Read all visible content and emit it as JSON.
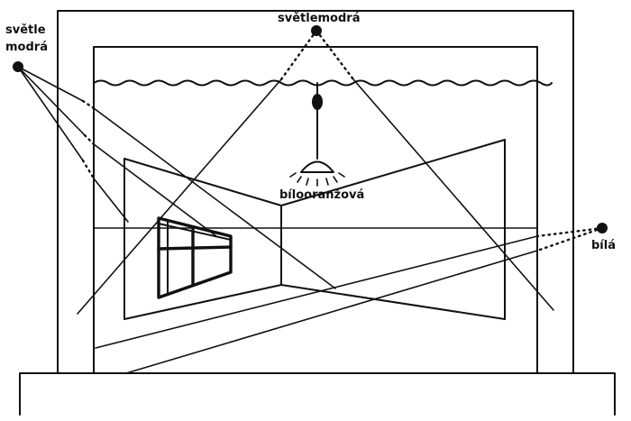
{
  "labels": {
    "left_light": [
      "světle",
      "modrá"
    ],
    "top_light": "světlemodrá",
    "lamp": "bílooranžová",
    "right_light": "bílá"
  },
  "colors": {
    "ink": "#111111",
    "paper": "#ffffff"
  }
}
